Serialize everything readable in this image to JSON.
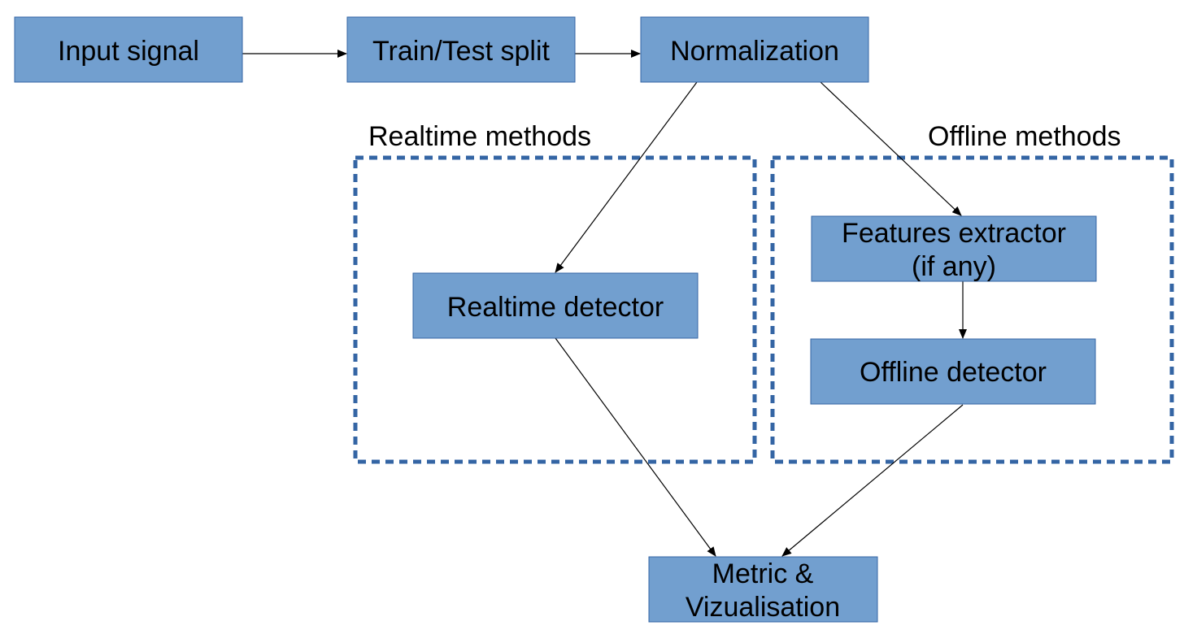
{
  "groups": {
    "realtime": {
      "label": "Realtime methods"
    },
    "offline": {
      "label": "Offline methods"
    }
  },
  "nodes": {
    "input_signal": {
      "label": "Input signal"
    },
    "train_test_split": {
      "label": "Train/Test split"
    },
    "normalization": {
      "label": "Normalization"
    },
    "realtime_detector": {
      "label": "Realtime detector"
    },
    "features_extractor": {
      "label_line1": "Features extractor",
      "label_line2": "(if any)"
    },
    "offline_detector": {
      "label": "Offline detector"
    },
    "metric_vizualisation": {
      "label_line1": "Metric &",
      "label_line2": "Vizualisation"
    }
  },
  "colors": {
    "node_fill": "#729fcf",
    "node_border": "#3465a4",
    "group_border": "#3465a4",
    "arrow": "#000000"
  }
}
